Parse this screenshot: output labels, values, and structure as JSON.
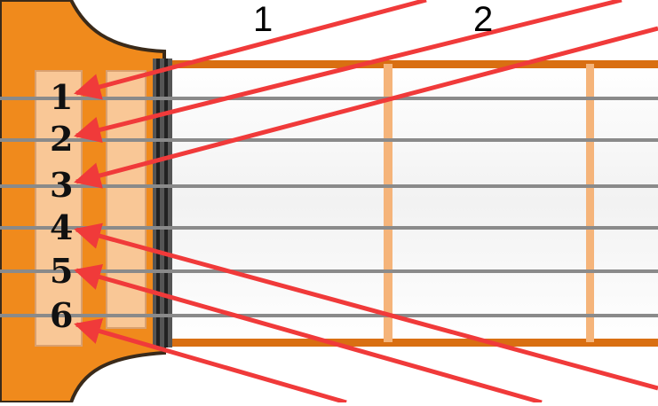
{
  "fret_numbers": [
    "1",
    "2"
  ],
  "string_numbers": [
    "1",
    "2",
    "3",
    "4",
    "5",
    "6"
  ],
  "colors": {
    "headstock": "#f08a1c",
    "nut_pad": "#f9c796",
    "fret_wire": "#f5b47a",
    "fretboard_edge": "#d96f12",
    "string": "#8a8a8a",
    "arrow": "#f03a3a"
  }
}
